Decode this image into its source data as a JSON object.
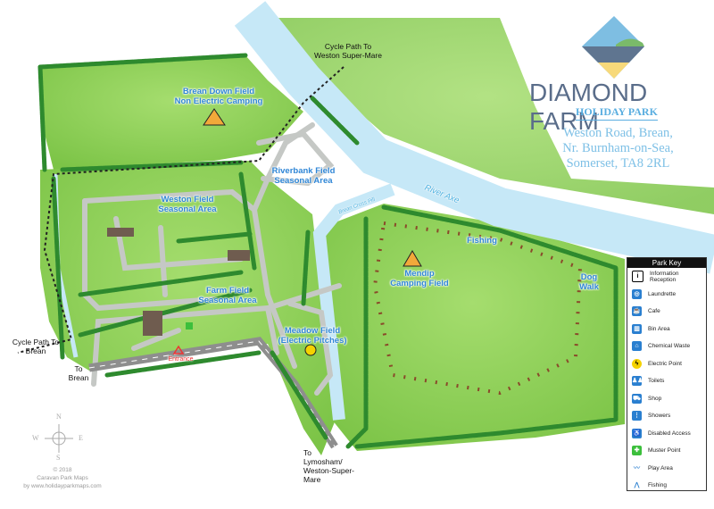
{
  "brand": {
    "name": "DIAMOND FARM",
    "subtitle": "HOLIDAY PARK",
    "address": [
      "Weston Road, Brean,",
      "Nr. Burnham-on-Sea,",
      "Somerset, TA8 2RL"
    ]
  },
  "map_labels": {
    "brean_down": [
      "Brean Down Field",
      "Non Electric Camping"
    ],
    "riverbank": [
      "Riverbank Field",
      "Seasonal Area"
    ],
    "weston": [
      "Weston Field",
      "Seasonal Area"
    ],
    "farm": [
      "Farm Field",
      "Seasonal Area"
    ],
    "meadow": [
      "Meadow Field",
      "(Electric Pitches)"
    ],
    "mendip": [
      "Mendip",
      "Camping Field"
    ],
    "dog_walk": [
      "Dog",
      "Walk"
    ],
    "fishing": "Fishing",
    "river": "River Axe",
    "pill": "Brean Cross Pill",
    "entrance": "Entrance",
    "cycle_weston": [
      "Cycle Path To",
      "Weston Super-Mare"
    ],
    "cycle_brean": [
      "Cycle Path To",
      "Brean"
    ],
    "to_brean": [
      "To",
      "Brean"
    ],
    "to_lympsham": [
      "To",
      "Lymosham/",
      "Weston-Super-",
      "Mare"
    ]
  },
  "compass": {
    "n": "N",
    "s": "S",
    "e": "E",
    "w": "W"
  },
  "copyright": [
    "© 2018",
    "Caravan Park Maps",
    "by www.holidayparkmaps.com"
  ],
  "park_key": {
    "title": "Park Key",
    "items": [
      {
        "label": "Information Reception",
        "icon": "i"
      },
      {
        "label": "Laundrette",
        "icon": "◎"
      },
      {
        "label": "Cafe",
        "icon": "☕"
      },
      {
        "label": "Bin Area",
        "icon": "▥"
      },
      {
        "label": "Chemical Waste",
        "icon": "⌂"
      },
      {
        "label": "Electric Point",
        "icon": "ϟ"
      },
      {
        "label": "Toilets",
        "icon": "♟♟"
      },
      {
        "label": "Shop",
        "icon": "⛟"
      },
      {
        "label": "Showers",
        "icon": "⋮"
      },
      {
        "label": "Disabled Access",
        "icon": "♿"
      },
      {
        "label": "Muster Point",
        "icon": "✚"
      },
      {
        "label": "Play Area",
        "icon": "〰"
      },
      {
        "label": "Fishing",
        "icon": "⋀"
      }
    ]
  },
  "colors": {
    "grass": "#8fd15a",
    "river": "#c6e8f7",
    "road": "#c5c8c5",
    "label": "#2f86d6"
  }
}
